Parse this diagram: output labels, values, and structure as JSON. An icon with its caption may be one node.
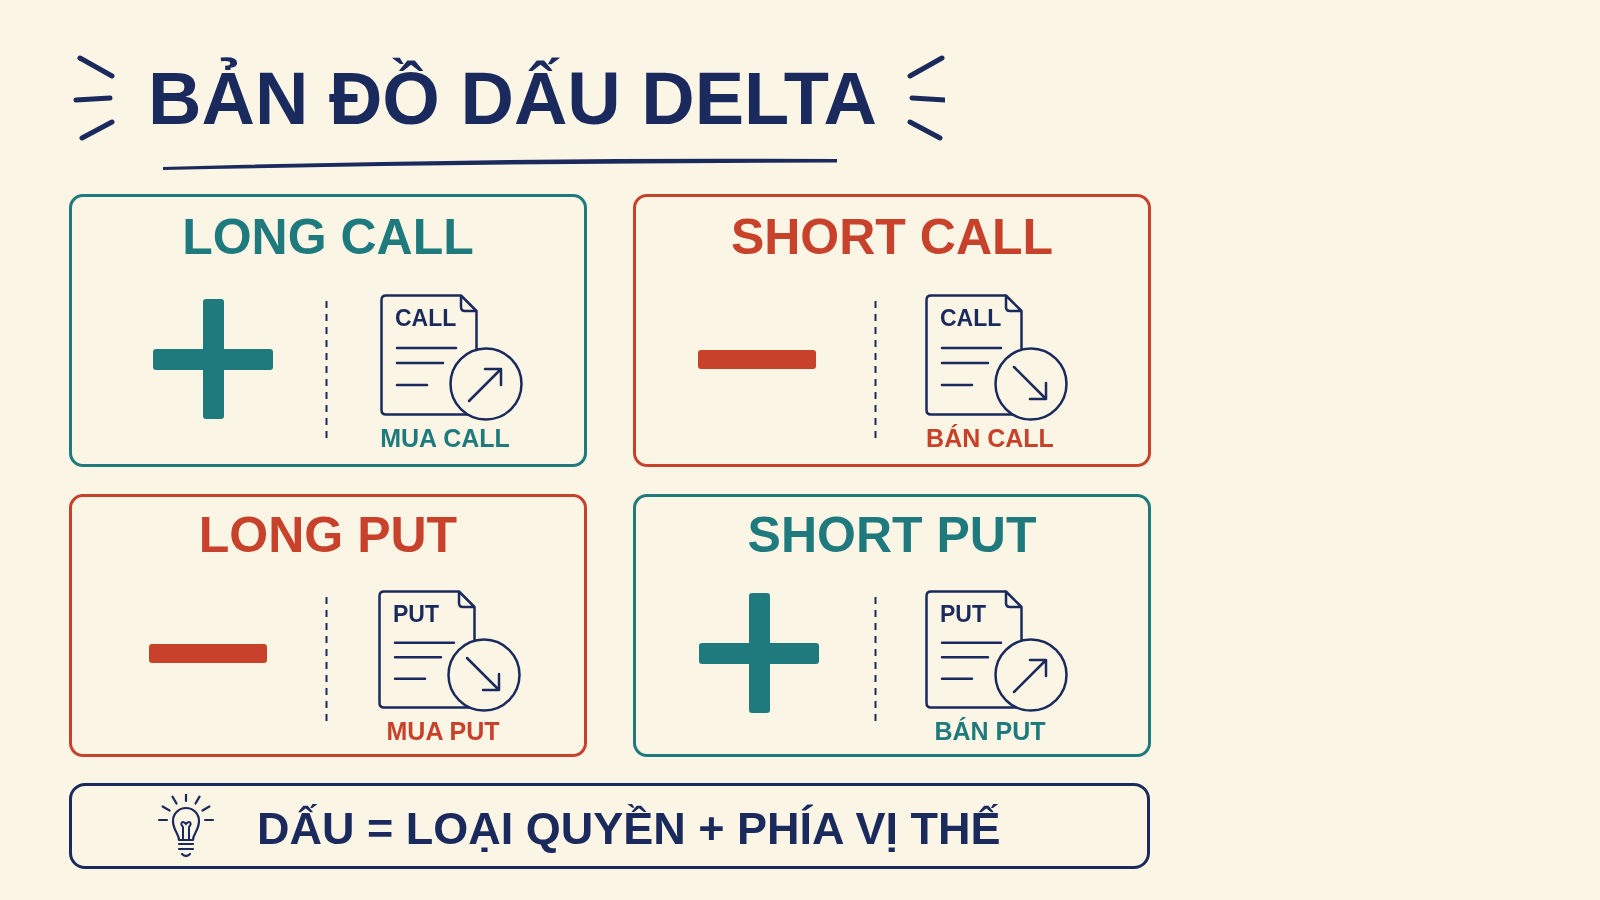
{
  "diagram": {
    "title": "BẢN ĐỒ DẤU DELTA",
    "nodes": [
      {
        "text": [
          "LONG CALL"
        ]
      },
      {
        "text": [
          "CALL"
        ],
        "in": 0,
        "beside": [
          "MUA CALL"
        ]
      },
      {
        "text": [
          "SHORT CALL"
        ]
      },
      {
        "text": [
          "CALL"
        ],
        "in": 2,
        "beside": [
          "BÁN CALL"
        ]
      },
      {
        "text": [
          "LONG PUT"
        ]
      },
      {
        "text": [
          "PUT"
        ],
        "in": 4,
        "beside": [
          "MUA PUT"
        ]
      },
      {
        "text": [
          "SHORT PUT"
        ]
      },
      {
        "text": [
          "PUT"
        ],
        "in": 6,
        "beside": [
          "BÁN PUT"
        ]
      },
      {
        "text": [
          "DẤU = LOẠI QUYỀN + PHÍA VỊ THẾ"
        ]
      }
    ]
  }
}
